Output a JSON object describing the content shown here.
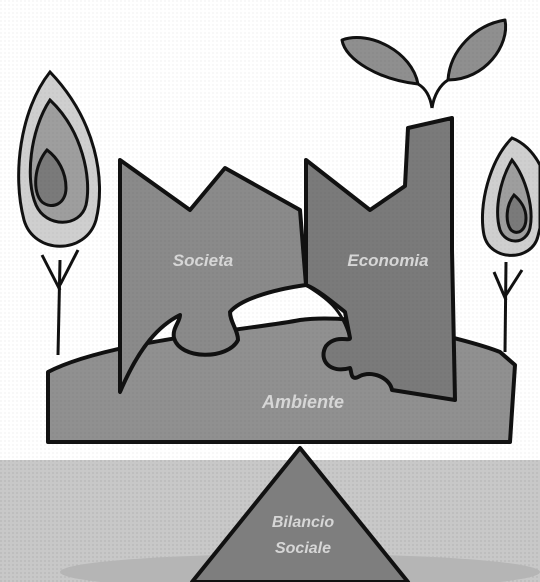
{
  "labels": {
    "societa": "Societa",
    "economia": "Economia",
    "ambiente": "Ambiente",
    "bilancio_line1": "Bilancio",
    "bilancio_line2": "Sociale"
  },
  "colors": {
    "ground": "#9a9a9a",
    "societa_piece": "#8a8a8a",
    "economia_piece": "#7a7a7a",
    "base_piece": "#909090",
    "fulcrum": "#7e7e7e",
    "band": "#c8c8c8",
    "shadow": "#b5b5b5",
    "leaf": "#8f8f8f",
    "tree_outer": "#cfcfcf",
    "tree_mid": "#9e9e9e",
    "tree_inner": "#7a7a7a",
    "outline": "#111111",
    "label_text": "#d6d6d6"
  },
  "icons": [
    "factory-icon",
    "puzzle-piece-icon",
    "tree-icon",
    "sprout-icon",
    "fulcrum-icon"
  ]
}
